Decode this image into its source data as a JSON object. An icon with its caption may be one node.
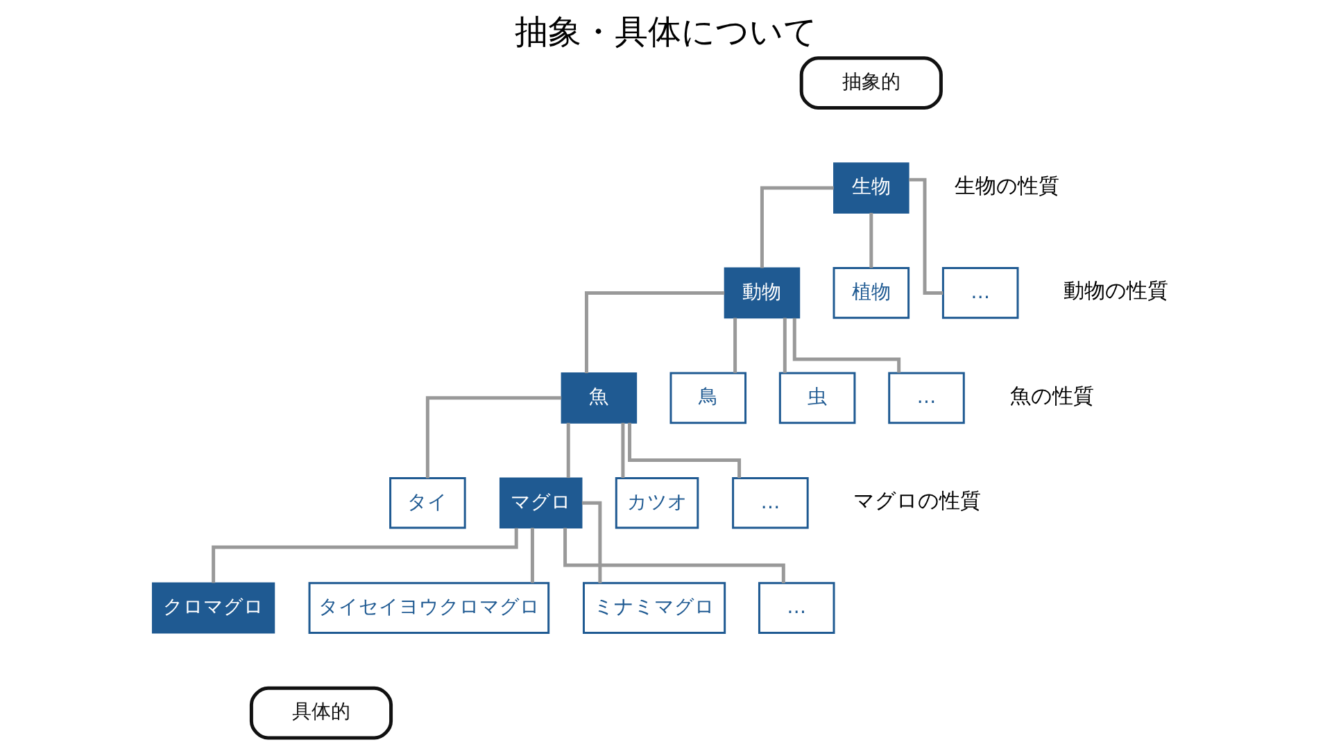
{
  "diagram": {
    "title": "抽象・具体について",
    "nodes": [
      {
        "text": [
          "抽象的"
        ]
      },
      {
        "text": [
          "生物"
        ]
      },
      {
        "text": [
          "動物"
        ]
      },
      {
        "text": [
          "植物"
        ]
      },
      {
        "text": [
          "…"
        ]
      },
      {
        "text": [
          "魚"
        ]
      },
      {
        "text": [
          "鳥"
        ]
      },
      {
        "text": [
          "虫"
        ]
      },
      {
        "text": [
          "…"
        ]
      },
      {
        "text": [
          "タイ"
        ]
      },
      {
        "text": [
          "マグロ"
        ]
      },
      {
        "text": [
          "カツオ"
        ]
      },
      {
        "text": [
          "…"
        ]
      },
      {
        "text": [
          "クロマグロ"
        ]
      },
      {
        "text": [
          "タイセイヨウクロマグロ"
        ]
      },
      {
        "text": [
          "ミナミマグロ"
        ]
      },
      {
        "text": [
          "…"
        ]
      },
      {
        "text": [
          "具体的"
        ]
      }
    ],
    "edges": [
      {
        "from": 1,
        "to": 2,
        "arrow": "none"
      },
      {
        "from": 1,
        "to": 3,
        "arrow": "none"
      },
      {
        "from": 1,
        "to": 4,
        "arrow": "none"
      },
      {
        "from": 2,
        "to": 5,
        "arrow": "none"
      },
      {
        "from": 2,
        "to": 6,
        "arrow": "none"
      },
      {
        "from": 2,
        "to": 7,
        "arrow": "none"
      },
      {
        "from": 2,
        "to": 8,
        "arrow": "none"
      },
      {
        "from": 5,
        "to": 9,
        "arrow": "none"
      },
      {
        "from": 5,
        "to": 10,
        "arrow": "none"
      },
      {
        "from": 5,
        "to": 11,
        "arrow": "none"
      },
      {
        "from": 5,
        "to": 12,
        "arrow": "none"
      },
      {
        "from": 10,
        "to": 13,
        "arrow": "none"
      },
      {
        "from": 10,
        "to": 14,
        "arrow": "none"
      },
      {
        "from": 10,
        "to": 15,
        "arrow": "none"
      },
      {
        "from": 10,
        "to": 16,
        "arrow": "none"
      }
    ],
    "labels": [
      "生物の性質",
      "動物の性質",
      "魚の性質",
      "マグロの性質"
    ]
  }
}
